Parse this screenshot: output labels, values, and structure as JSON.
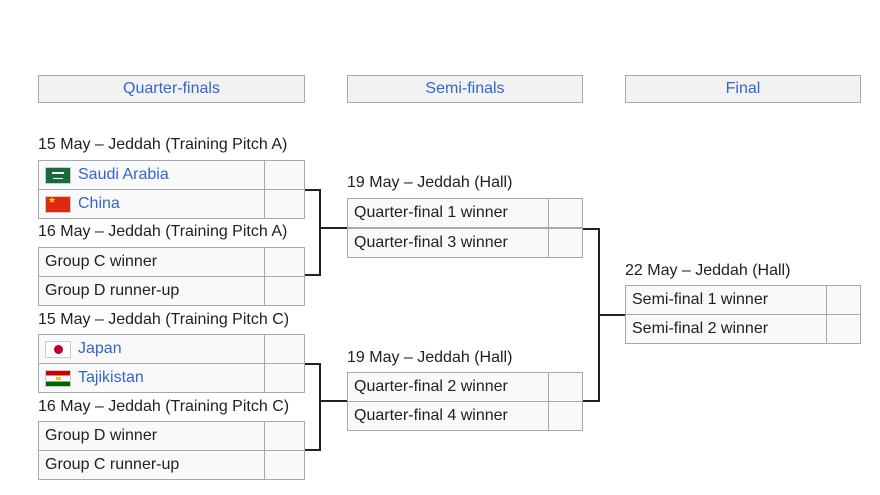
{
  "rounds": [
    "Quarter-finals",
    "Semi-finals",
    "Final"
  ],
  "quarterfinals": [
    {
      "venue": "15 May – Jeddah (Training Pitch A)",
      "teams": [
        {
          "name": "Saudi Arabia",
          "flag": "saudi-arabia-flag-icon"
        },
        {
          "name": "China",
          "flag": "china-flag-icon"
        }
      ]
    },
    {
      "venue": "16 May – Jeddah (Training Pitch A)",
      "teams": [
        {
          "name": "Group C winner"
        },
        {
          "name": "Group D runner-up"
        }
      ]
    },
    {
      "venue": "15 May – Jeddah (Training Pitch C)",
      "teams": [
        {
          "name": "Japan",
          "flag": "japan-flag-icon"
        },
        {
          "name": "Tajikistan",
          "flag": "tajikistan-flag-icon"
        }
      ]
    },
    {
      "venue": "16 May – Jeddah (Training Pitch C)",
      "teams": [
        {
          "name": "Group D winner"
        },
        {
          "name": "Group C runner-up"
        }
      ]
    }
  ],
  "semifinals": [
    {
      "venue": "19 May – Jeddah (Hall)",
      "teams": [
        {
          "name": "Quarter-final 1 winner"
        },
        {
          "name": "Quarter-final 3 winner"
        }
      ]
    },
    {
      "venue": "19 May – Jeddah (Hall)",
      "teams": [
        {
          "name": "Quarter-final 2 winner"
        },
        {
          "name": "Quarter-final 4 winner"
        }
      ]
    }
  ],
  "final": {
    "venue": "22 May – Jeddah (Hall)",
    "teams": [
      {
        "name": "Semi-final 1 winner"
      },
      {
        "name": "Semi-final 2 winner"
      }
    ]
  }
}
